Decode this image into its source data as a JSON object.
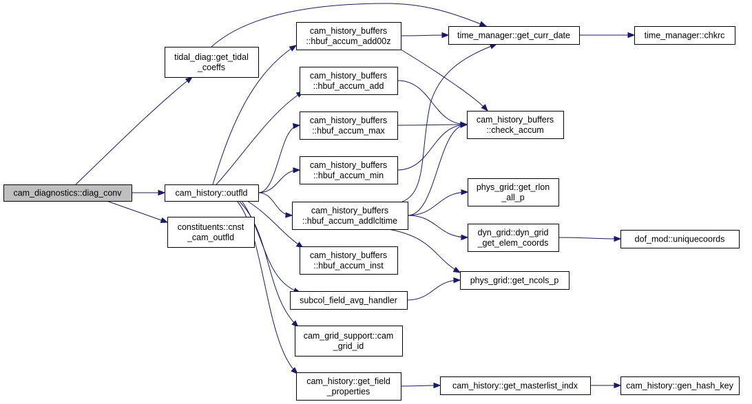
{
  "graph": {
    "root": "diag_conv",
    "nodes": [
      {
        "id": "diag_conv",
        "lines": [
          "cam_diagnostics::diag_conv"
        ]
      },
      {
        "id": "get_tidal",
        "lines": [
          "tidal_diag::get_tidal",
          "_coeffs"
        ]
      },
      {
        "id": "outfld",
        "lines": [
          "cam_history::outfld"
        ]
      },
      {
        "id": "cnst_outfld",
        "lines": [
          "constituents::cnst",
          "_cam_outfld"
        ]
      },
      {
        "id": "add00z",
        "lines": [
          "cam_history_buffers",
          "::hbuf_accum_add00z"
        ]
      },
      {
        "id": "add",
        "lines": [
          "cam_history_buffers",
          "::hbuf_accum_add"
        ]
      },
      {
        "id": "max",
        "lines": [
          "cam_history_buffers",
          "::hbuf_accum_max"
        ]
      },
      {
        "id": "min",
        "lines": [
          "cam_history_buffers",
          "::hbuf_accum_min"
        ]
      },
      {
        "id": "addlcl",
        "lines": [
          "cam_history_buffers",
          "::hbuf_accum_addlcltime"
        ]
      },
      {
        "id": "inst",
        "lines": [
          "cam_history_buffers",
          "::hbuf_accum_inst"
        ]
      },
      {
        "id": "subcol",
        "lines": [
          "subcol_field_avg_handler"
        ]
      },
      {
        "id": "gridid",
        "lines": [
          "cam_grid_support::cam",
          "_grid_id"
        ]
      },
      {
        "id": "getfield",
        "lines": [
          "cam_history::get_field",
          "_properties"
        ]
      },
      {
        "id": "currdate",
        "lines": [
          "time_manager::get_curr_date"
        ]
      },
      {
        "id": "chkrc",
        "lines": [
          "time_manager::chkrc"
        ]
      },
      {
        "id": "check",
        "lines": [
          "cam_history_buffers",
          "::check_accum"
        ]
      },
      {
        "id": "rlon",
        "lines": [
          "phys_grid::get_rlon",
          "_all_p"
        ]
      },
      {
        "id": "elem",
        "lines": [
          "dyn_grid::dyn_grid",
          "_get_elem_coords"
        ]
      },
      {
        "id": "ncols",
        "lines": [
          "phys_grid::get_ncols_p"
        ]
      },
      {
        "id": "masterlist",
        "lines": [
          "cam_history::get_masterlist_indx"
        ]
      },
      {
        "id": "unique",
        "lines": [
          "dof_mod::uniquecoords"
        ]
      },
      {
        "id": "hashkey",
        "lines": [
          "cam_history::gen_hash_key"
        ]
      }
    ],
    "edges": [
      [
        "diag_conv",
        "get_tidal"
      ],
      [
        "diag_conv",
        "outfld"
      ],
      [
        "diag_conv",
        "cnst_outfld"
      ],
      [
        "get_tidal",
        "currdate"
      ],
      [
        "outfld",
        "add00z"
      ],
      [
        "outfld",
        "add"
      ],
      [
        "outfld",
        "max"
      ],
      [
        "outfld",
        "min"
      ],
      [
        "outfld",
        "addlcl"
      ],
      [
        "outfld",
        "inst"
      ],
      [
        "outfld",
        "subcol"
      ],
      [
        "outfld",
        "gridid"
      ],
      [
        "outfld",
        "getfield"
      ],
      [
        "add00z",
        "currdate"
      ],
      [
        "add00z",
        "check"
      ],
      [
        "add",
        "check"
      ],
      [
        "max",
        "check"
      ],
      [
        "min",
        "check"
      ],
      [
        "addlcl",
        "currdate"
      ],
      [
        "addlcl",
        "check"
      ],
      [
        "addlcl",
        "rlon"
      ],
      [
        "addlcl",
        "elem"
      ],
      [
        "addlcl",
        "ncols"
      ],
      [
        "subcol",
        "ncols"
      ],
      [
        "currdate",
        "chkrc"
      ],
      [
        "elem",
        "unique"
      ],
      [
        "getfield",
        "masterlist"
      ],
      [
        "masterlist",
        "hashkey"
      ]
    ]
  },
  "colors": {
    "edge": "#191970",
    "root_fill": "#bfbfbf",
    "node_fill": "#ffffff",
    "border": "#000000"
  }
}
